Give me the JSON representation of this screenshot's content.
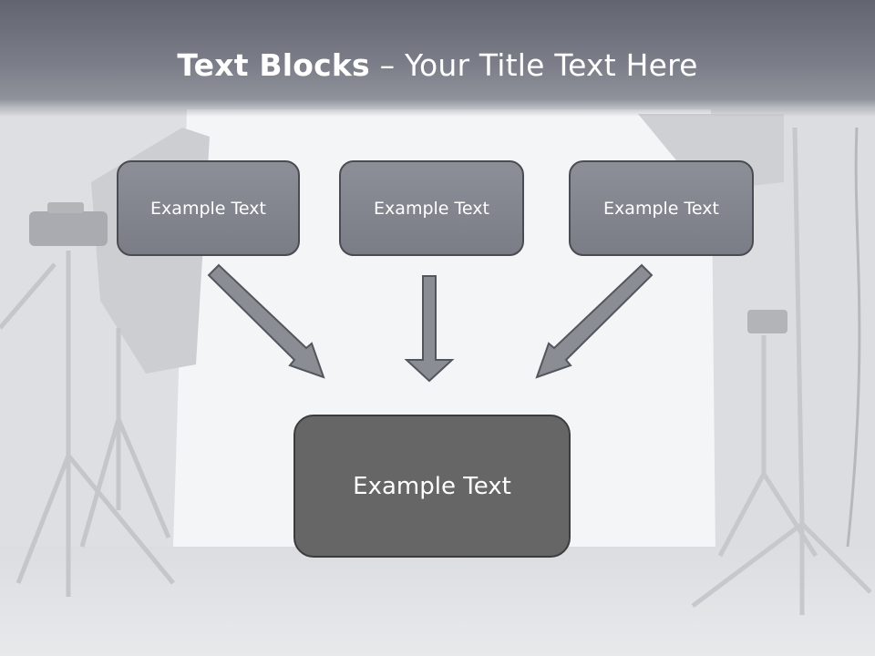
{
  "slide": {
    "title_bold": "Text Blocks",
    "title_separator": " – ",
    "title_rest": "Your Title Text Here"
  },
  "blocks": [
    {
      "label": "Example Text"
    },
    {
      "label": "Example Text"
    },
    {
      "label": "Example Text"
    }
  ],
  "main_block": {
    "label": "Example Text"
  },
  "colors": {
    "title_bar": "#6e717b",
    "block_fill": "#80838c",
    "main_fill": "#666666",
    "arrow_fill": "#8a8d94"
  }
}
